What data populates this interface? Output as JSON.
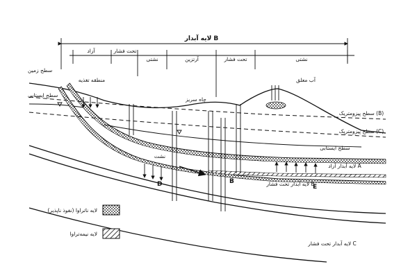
{
  "top_title": "لایه آبدار B",
  "zones": [
    "آزاد",
    "تحت فشار",
    "نشتی",
    "آرتزین",
    "تحت فشار",
    "نشتی"
  ],
  "labels": {
    "ground_surface": "سطح زمین",
    "water_table_left": "سطح ایستابی",
    "recharge_zone": "منطقه تغذیه",
    "flowing_well": "چاه سریز",
    "perched_water": "آب معلق",
    "piezometric_b": "سطح پیزومتریک (B)",
    "piezometric_c": "سطح پیزومتریک (C)",
    "water_table_mid": "سطح ایستابی",
    "aquifer_a": "لایه آبدار آزاد A",
    "aquifer_b": "لایه آبدار تحت فشار B",
    "aquifer_c": "لایه آبدار تحت فشار C",
    "leakage": "نشت",
    "letter_d": "D",
    "letter_e": "E",
    "letter_b": "B"
  },
  "legend": [
    {
      "label": "لایه ناتراوا (نفوذ ناپذیر)"
    },
    {
      "label": "لایه نیمه‌تراوا"
    }
  ]
}
